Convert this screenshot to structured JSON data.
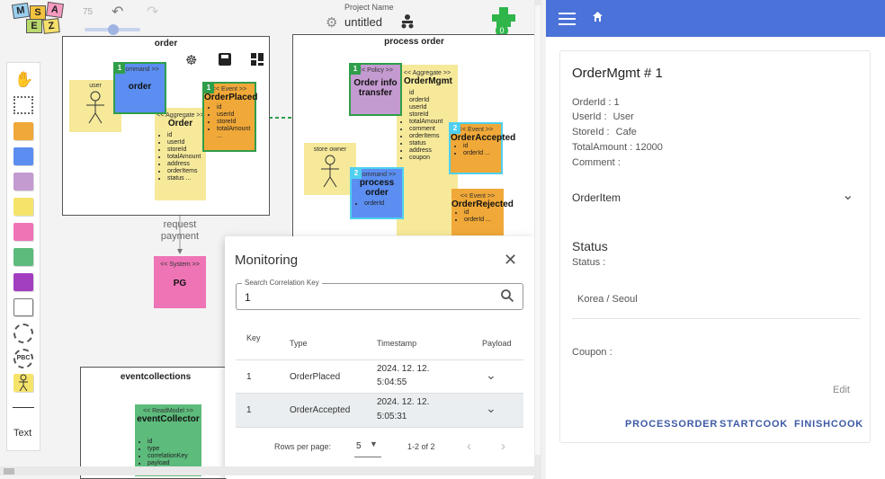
{
  "app": {
    "logo_letters": [
      "M",
      "S",
      "A",
      "E",
      "Z"
    ],
    "zoom": "75",
    "project_label": "Project Name",
    "project_name": "untitled",
    "badge_count": "0"
  },
  "palette": {
    "text_tool": "Text",
    "pbc_label": "PBC",
    "colors": [
      "#f0a838",
      "#5b8ef0",
      "#c49bd0",
      "#f6e46a",
      "#ee74b6",
      "#5dbb7c",
      "#a23fc0"
    ]
  },
  "canvas": {
    "order_bc": {
      "title": "order",
      "actor_label": "user",
      "command": {
        "num": "1",
        "type": "Command >>",
        "name": "order"
      },
      "event": {
        "num": "1",
        "type": "<< Event >>",
        "name": "OrderPlaced",
        "fields": [
          "id",
          "userId",
          "storeId",
          "totalAmount ..."
        ]
      },
      "aggregate": {
        "type": "<< Aggregate >>",
        "name": "Order",
        "fields": [
          "id",
          "userId",
          "storeId",
          "totalAmount",
          "address",
          "orderItems",
          "status ..."
        ]
      }
    },
    "process_bc": {
      "title": "process order",
      "policy": {
        "num": "1",
        "type": "<< Policy >>",
        "name": "Order info transfer"
      },
      "aggregate": {
        "type": "<< Aggregate >>",
        "name": "OrderMgmt",
        "fields": [
          "id",
          "orderId",
          "userId",
          "storeId",
          "totalAmount",
          "comment",
          "orderItems",
          "status",
          "address",
          "coupon"
        ]
      },
      "actor_label": "store owner",
      "command": {
        "num": "2",
        "type": "Command >>",
        "name": "process order",
        "fields": [
          "orderId"
        ]
      },
      "event_accepted": {
        "num": "2",
        "type": "<< Event >>",
        "name": "OrderAccepted",
        "fields": [
          "id",
          "orderId ..."
        ]
      },
      "event_rejected": {
        "type": "<< Event >>",
        "name": "OrderRejected",
        "fields": [
          "id",
          "orderId ..."
        ]
      }
    },
    "request_label": "request payment",
    "pg": {
      "type": "<< System >>",
      "name": "PG"
    },
    "eventcollections": {
      "title": "eventcollections",
      "readmodel": {
        "type": "<< ReadModel >>",
        "name": "eventCollector",
        "fields": [
          "id",
          "type",
          "correlationKey",
          "payload"
        ]
      }
    }
  },
  "monitoring": {
    "title": "Monitoring",
    "search_label": "Search Correlation Key",
    "search_value": "1",
    "columns": [
      "Key",
      "Type",
      "Timestamp",
      "Payload"
    ],
    "rows": [
      {
        "key": "1",
        "type": "OrderPlaced",
        "ts_date": "2024. 12. 12.",
        "ts_time": "5:04:55"
      },
      {
        "key": "1",
        "type": "OrderAccepted",
        "ts_date": "2024. 12. 12.",
        "ts_time": "5:05:31"
      }
    ],
    "rows_per_page_label": "Rows per page:",
    "rows_per_page": "5",
    "page_range": "1-2 of 2"
  },
  "detail": {
    "title": "OrderMgmt # 1",
    "fields": [
      {
        "label": "OrderId :",
        "value": "1"
      },
      {
        "label": "UserId :",
        "value": "User"
      },
      {
        "label": "StoreId :",
        "value": "Cafe"
      },
      {
        "label": "TotalAmount :",
        "value": "12000"
      },
      {
        "label": "Comment :",
        "value": ""
      }
    ],
    "order_item_label": "OrderItem",
    "status_heading": "Status",
    "status_label": "Status :",
    "address_value": "Korea / Seoul",
    "coupon_label": "Coupon :",
    "edit_label": "Edit",
    "actions": [
      "PROCESSORDER",
      "STARTCOOK",
      "FINISHCOOK"
    ]
  }
}
